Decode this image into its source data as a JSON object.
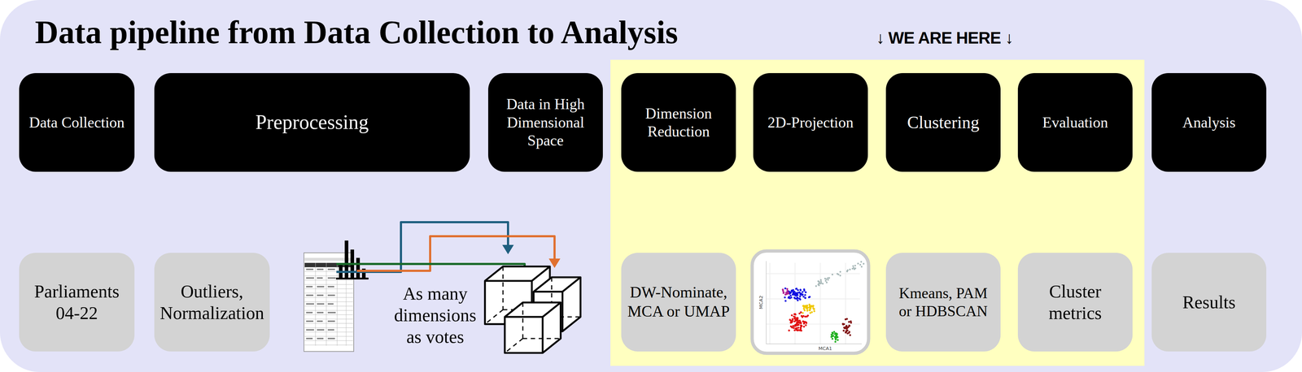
{
  "diagram": {
    "title": "Data pipeline from Data Collection to Analysis",
    "nodes": [
      {
        "text": [
          "Data Collection"
        ]
      },
      {
        "text": [
          "Preprocessing"
        ]
      },
      {
        "text": [
          "Data in High Dimensional Space"
        ]
      },
      {
        "text": [
          "Dimension Reduction"
        ]
      },
      {
        "text": [
          "2D-Projection"
        ]
      },
      {
        "text": [
          "Clustering"
        ]
      },
      {
        "text": [
          "Evaluation"
        ]
      },
      {
        "text": [
          "Analysis"
        ]
      },
      {
        "text": [
          "Parliaments 04-22"
        ]
      },
      {
        "text": [
          "Outliers, Normalization"
        ]
      },
      {
        "text": [
          "DW-Nominate, MCA or UMAP"
        ]
      },
      {
        "text": [
          "Kmeans, PAM or HDBSCAN"
        ]
      },
      {
        "text": [
          "Cluster metrics"
        ]
      },
      {
        "text": [
          "Results"
        ]
      }
    ],
    "labels": [
      "↓ WE ARE HERE ↓",
      "As many dimensions as votes",
      "MCA1",
      "MCA2"
    ]
  }
}
